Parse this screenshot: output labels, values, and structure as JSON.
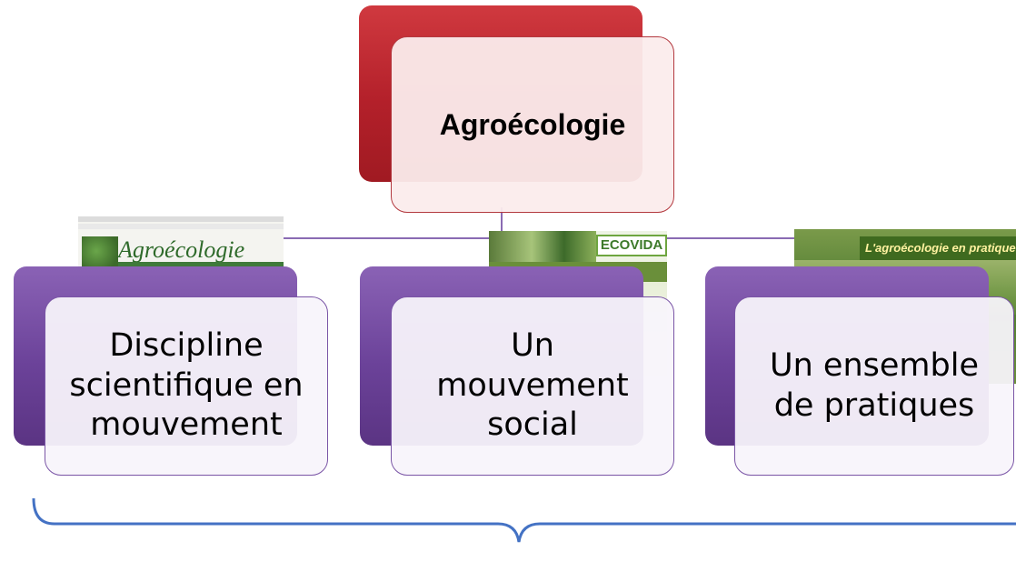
{
  "diagram": {
    "root": {
      "label": "Agroécologie",
      "color": "#b3202a"
    },
    "children": [
      {
        "label": "Discipline scientifique en mouvement",
        "color": "#6b4299"
      },
      {
        "label": "Un mouvement social",
        "color": "#6b4299"
      },
      {
        "label": "Un ensemble de pratiques",
        "color": "#6b4299"
      }
    ],
    "thumbnails": {
      "left": {
        "logo": "Agroécologie"
      },
      "middle": {
        "brand": "ECOVIDA"
      },
      "right": {
        "banner": "L'agroécologie en pratique"
      }
    }
  }
}
